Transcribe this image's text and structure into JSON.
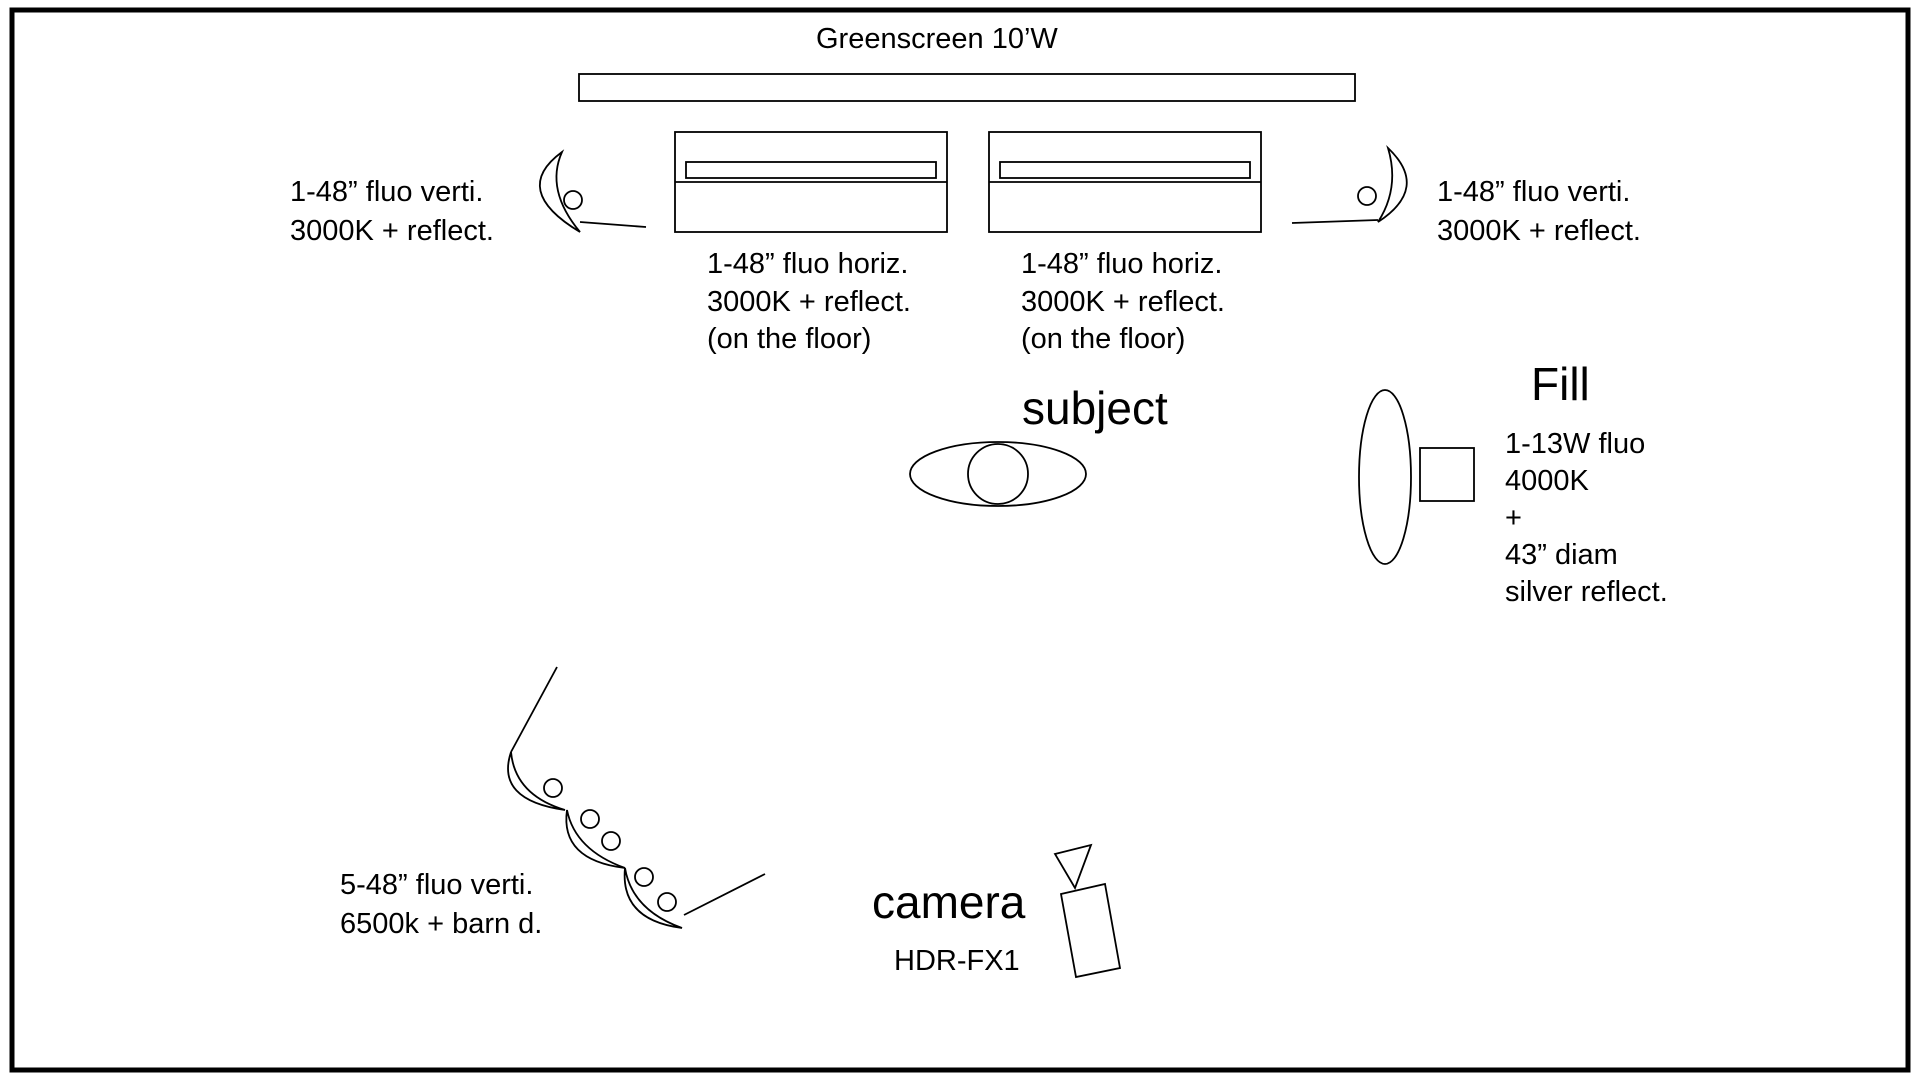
{
  "diagram": {
    "greenscreen": {
      "label": "Greenscreen 10’W"
    },
    "back_left_light": {
      "line1": "1-48” fluo verti.",
      "line2": "3000K + reflect."
    },
    "back_right_light": {
      "line1": "1-48” fluo verti.",
      "line2": "3000K + reflect."
    },
    "floor_light_left": {
      "line1": "1-48” fluo horiz.",
      "line2": "3000K + reflect.",
      "line3": "(on the floor)"
    },
    "floor_light_right": {
      "line1": "1-48” fluo horiz.",
      "line2": "3000K + reflect.",
      "line3": "(on the floor)"
    },
    "subject": {
      "label": "subject"
    },
    "fill": {
      "title": "Fill",
      "line1": "1-13W fluo",
      "line2": "4000K",
      "line3": "+",
      "line4": "43” diam",
      "line5": "silver reflect."
    },
    "key_light_bank": {
      "line1": "5-48” fluo verti.",
      "line2": "6500k + barn d."
    },
    "camera": {
      "label": "camera",
      "model": "HDR-FX1"
    }
  },
  "colors": {
    "stroke": "#000000",
    "background": "#ffffff"
  }
}
